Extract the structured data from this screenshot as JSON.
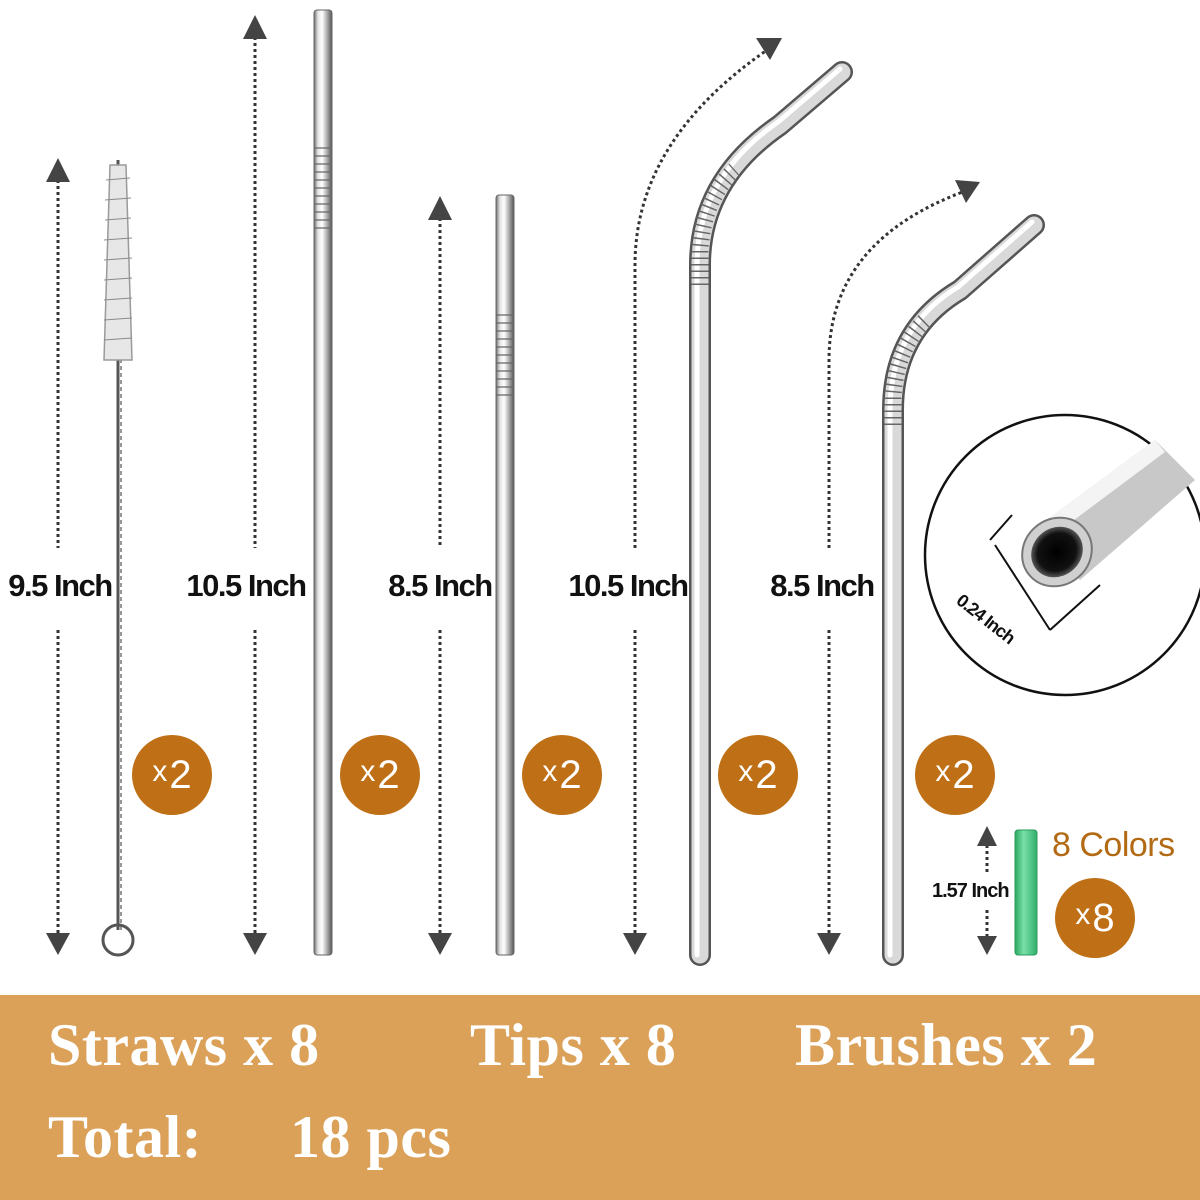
{
  "dimensions": {
    "brush": "9.5 Inch",
    "straight_long": "10.5 Inch",
    "straight_short": "8.5 Inch",
    "bent_long": "10.5 Inch",
    "bent_short": "8.5 Inch",
    "tip": "1.57 Inch",
    "diameter": "0.24 Inch"
  },
  "badges": [
    {
      "x": "x",
      "n": "2"
    },
    {
      "x": "x",
      "n": "2"
    },
    {
      "x": "x",
      "n": "2"
    },
    {
      "x": "x",
      "n": "2"
    },
    {
      "x": "x",
      "n": "2"
    },
    {
      "x": "x",
      "n": "8"
    }
  ],
  "tips": {
    "colors_label": "8 Colors",
    "tip_color": "#3ec47c"
  },
  "summary": {
    "straws": "Straws x 8",
    "tips": "Tips x 8",
    "brushes": "Brushes x 2",
    "total_label": "Total:",
    "total_value": "18 pcs"
  },
  "colors": {
    "badge": "#bf6f15",
    "banner": "#dba159",
    "accent_text": "#b36a14"
  }
}
